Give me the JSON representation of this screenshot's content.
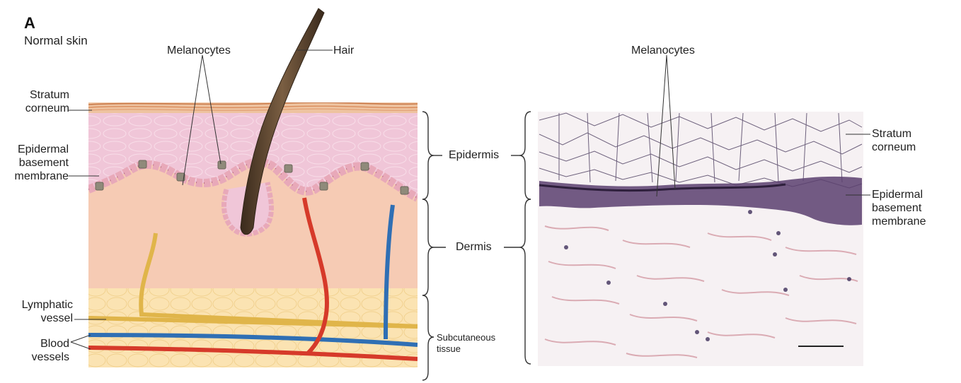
{
  "panel": {
    "letter": "A",
    "title": "Normal skin"
  },
  "illustration_labels": {
    "melanocytes": "Melanocytes",
    "hair": "Hair",
    "stratum_corneum": "Stratum\ncorneum",
    "epidermal_basement_membrane": "Epidermal\nbasement\nmembrane",
    "lymphatic_vessel": "Lymphatic\nvessel",
    "blood_vessels": "Blood\nvessels"
  },
  "layer_brackets": {
    "epidermis": "Epidermis",
    "dermis": "Dermis",
    "subcutaneous_tissue": "Subcutaneous\ntissue"
  },
  "micrograph_labels": {
    "melanocytes": "Melanocytes",
    "stratum_corneum": "Stratum\ncorneum",
    "epidermal_basement_membrane": "Epidermal\nbasement\nmembrane"
  },
  "colors": {
    "stratum_corneum": "#d99a6c",
    "epidermis": "#f0c6d8",
    "dermis": "#f6cbb4",
    "subcutaneous": "#fbe3b2",
    "hair": "#4e3a28",
    "artery": "#d63a2a",
    "vein": "#2f6fb4",
    "lymphatic": "#e0b54a",
    "melanocyte": "#8f8a7a",
    "basal_cell": "#e8a9b9",
    "histo_dark_band": "#5a3f6e"
  }
}
